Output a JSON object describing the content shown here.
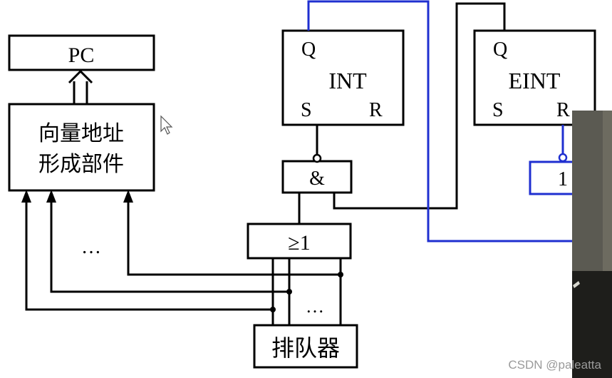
{
  "blocks": {
    "pc": "PC",
    "vector_line1": "向量地址",
    "vector_line2": "形成部件",
    "int_q": "Q",
    "int_name": "INT",
    "int_s": "S",
    "int_r": "R",
    "eint_q": "Q",
    "eint_name": "EINT",
    "eint_s": "S",
    "eint_r": "R",
    "and_gate": "&",
    "or_gate": "≥1",
    "not_gate": "1",
    "queue": "排队器"
  },
  "ellipsis_left": "…",
  "ellipsis_bottom": "…",
  "watermark": "CSDN @paleatta",
  "colors": {
    "line": "#000000",
    "highlight": "#1f2fd0",
    "overlay_dark": "#2a2a26",
    "overlay_mid": "#5b5a52"
  }
}
